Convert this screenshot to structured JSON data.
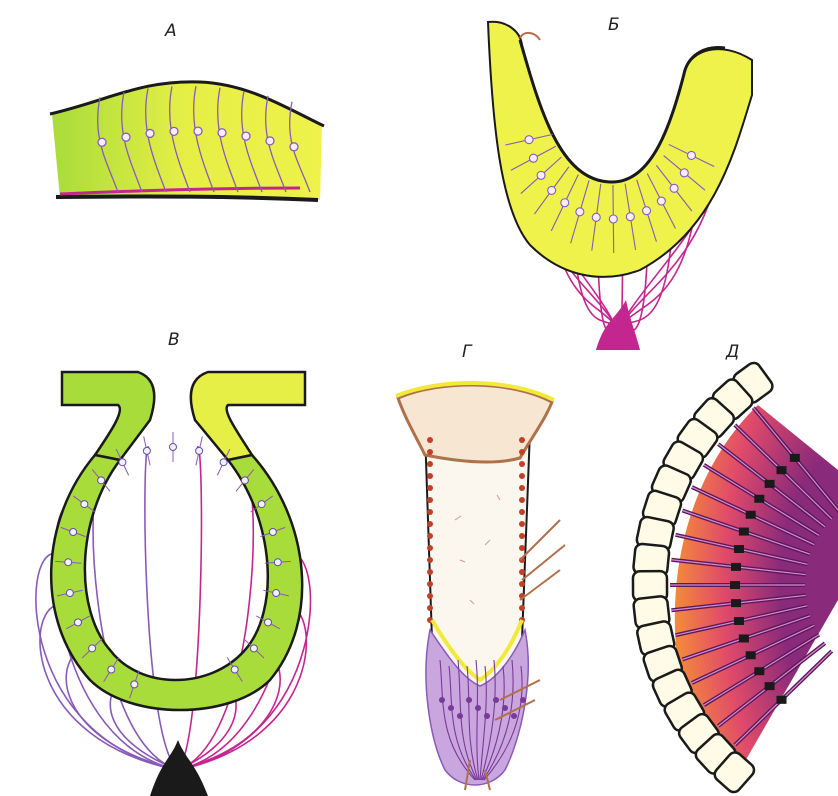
{
  "figure": {
    "panels": [
      {
        "key": "A",
        "label": "А"
      },
      {
        "key": "B",
        "label": "Б"
      },
      {
        "key": "V",
        "label": "В"
      },
      {
        "key": "G",
        "label": "Г"
      },
      {
        "key": "D",
        "label": "Д"
      }
    ],
    "colors": {
      "epithelium_yellow": "#eef24a",
      "epithelium_green": "#a8dc3a",
      "nerve_magenta": "#c4268f",
      "nerve_purple": "#8a5ab8",
      "outline": "#1a1a1a",
      "cupula_brown": "#b0704a",
      "receptor_orange": "#f06a2a",
      "cell_cream": "#fffbe6"
    }
  }
}
